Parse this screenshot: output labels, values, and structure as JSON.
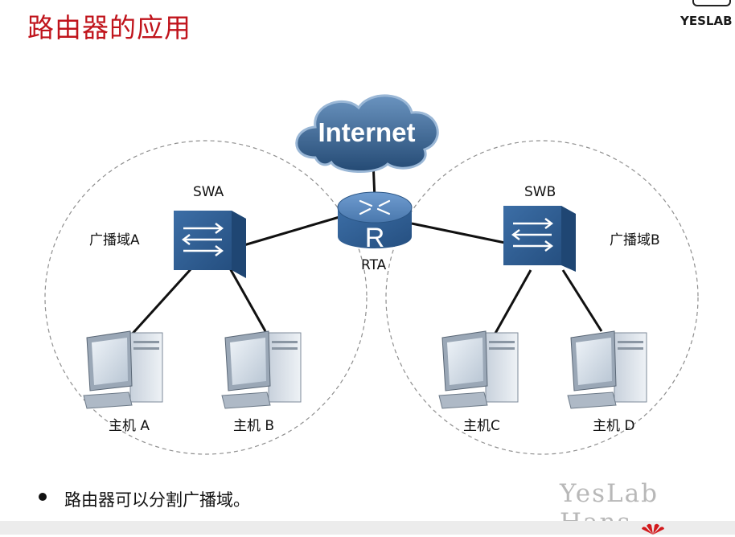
{
  "title": "路由器的应用",
  "logo_text": "YESLAB",
  "cloud": {
    "label": "Internet"
  },
  "router": {
    "label": "RTA",
    "letter": "R"
  },
  "switches": [
    {
      "id": "swa",
      "label": "SWA"
    },
    {
      "id": "swb",
      "label": "SWB"
    }
  ],
  "domains": [
    {
      "id": "a",
      "label": "广播域A"
    },
    {
      "id": "b",
      "label": "广播域B"
    }
  ],
  "hosts": [
    {
      "id": "a",
      "label": "主机 A"
    },
    {
      "id": "b",
      "label": "主机 B"
    },
    {
      "id": "c",
      "label": "主机C"
    },
    {
      "id": "d",
      "label": "主机 D"
    }
  ],
  "bullet": "路由器可以分割广播域。",
  "watermark": "YesLab Hans",
  "colors": {
    "title": "#c0141c",
    "device_blue": "#2f5f95",
    "cloud_blue": "#2e5c8c"
  },
  "icons": [
    "cloud-icon",
    "router-icon",
    "switch-icon",
    "computer-icon",
    "huawei-logo-icon"
  ]
}
